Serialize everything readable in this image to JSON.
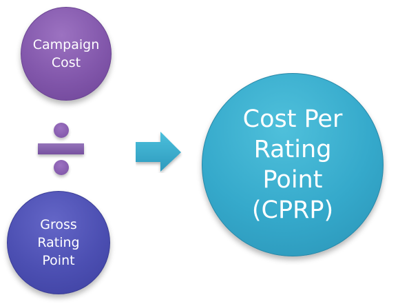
{
  "diagram": {
    "numerator": {
      "label": "Campaign\nCost",
      "color": "#8257ab"
    },
    "denominator": {
      "label": "Gross\nRating\nPoint",
      "color": "#4c4fb2"
    },
    "result": {
      "label": "Cost Per\nRating\nPoint\n(CPRP)",
      "color": "#35a9cb"
    },
    "operator_icon": "divide-icon",
    "flow_icon": "right-arrow-icon"
  }
}
